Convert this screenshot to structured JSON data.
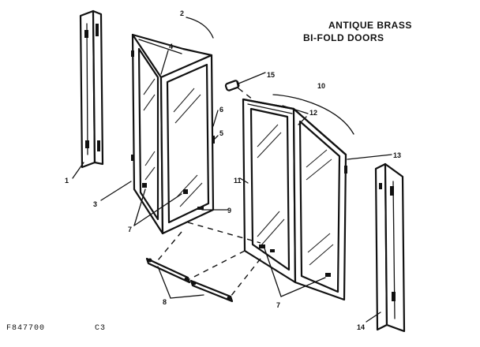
{
  "title": {
    "line1": "ANTIQUE BRASS",
    "line2": "BI-FOLD DOORS"
  },
  "footer": {
    "drawing_code": "F847700",
    "sheet": "C3"
  },
  "callouts": {
    "c1": "1",
    "c2": "2",
    "c3": "3",
    "c4": "4",
    "c5": "5",
    "c6": "6",
    "c7a": "7",
    "c7b": "7",
    "c8": "8",
    "c9": "9",
    "c10": "10",
    "c11": "11",
    "c12": "12",
    "c13": "13",
    "c14": "14",
    "c15": "15"
  }
}
